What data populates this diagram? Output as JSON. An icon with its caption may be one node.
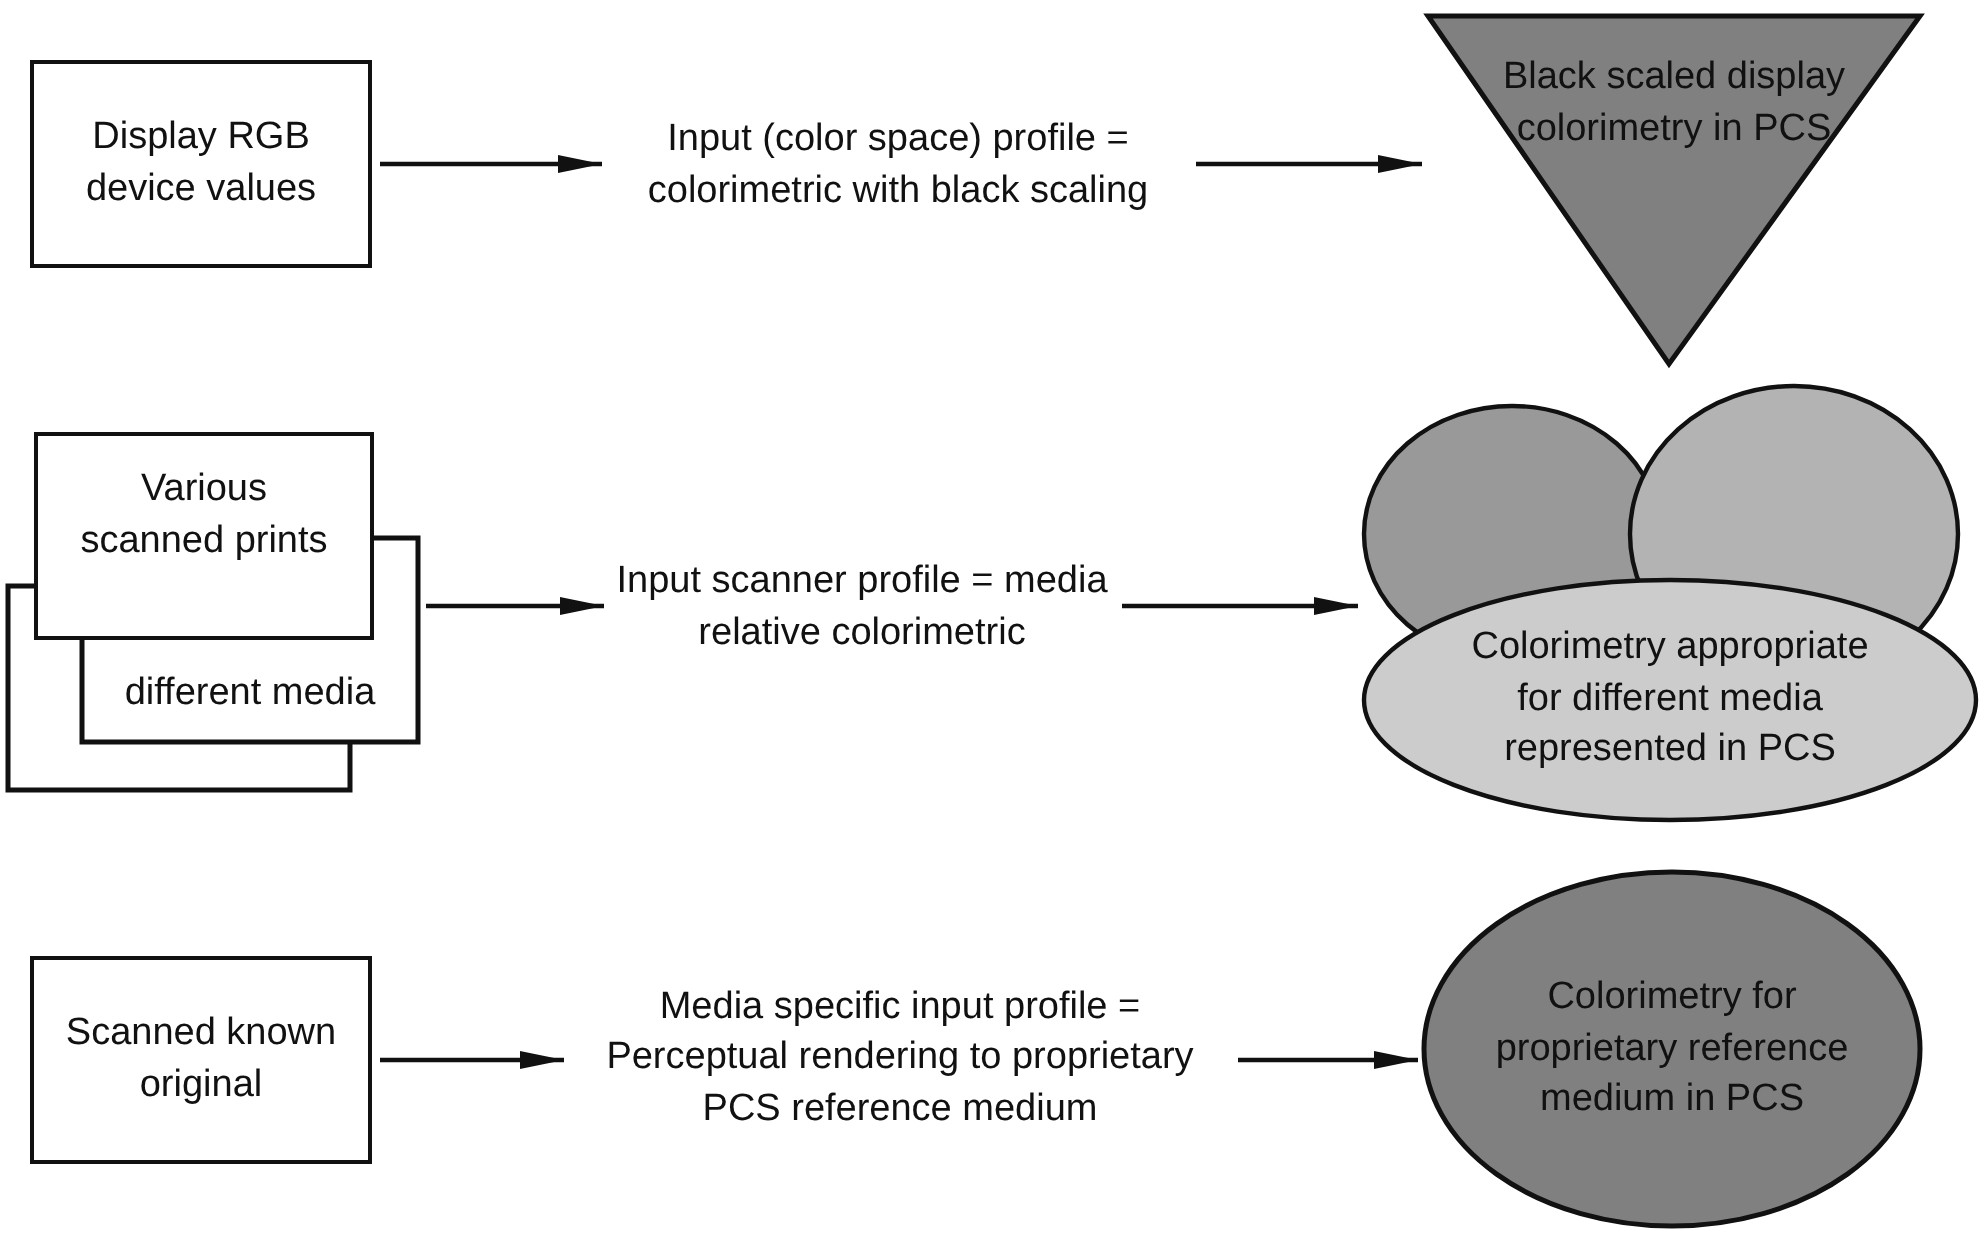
{
  "diagram": {
    "nodes": [
      {
        "text": [
          "Display RGB device values"
        ]
      },
      {
        "text": [
          "Input (color space) profile = colorimetric with black scaling"
        ]
      },
      {
        "text": [
          "Black scaled display colorimetry in PCS"
        ]
      },
      {
        "text": [
          "Various scanned prints"
        ]
      },
      {
        "text": [
          "different media"
        ]
      },
      {
        "text": [],
        "shape": "box"
      },
      {
        "text": [
          "Input scanner profile = media relative colorimetric"
        ]
      },
      {
        "text": [
          "Colorimetry appropriate for different media represented in PCS"
        ]
      },
      {
        "text": [
          "Scanned known original"
        ]
      },
      {
        "text": [
          "Media specific input profile = Perceptual rendering to proprietary PCS reference medium"
        ]
      },
      {
        "text": [
          "Colorimetry for proprietary reference medium in PCS"
        ]
      }
    ],
    "edges": [
      {
        "from": 0,
        "to": 1,
        "arrow": "to"
      },
      {
        "from": 1,
        "to": 2,
        "arrow": "to"
      },
      {
        "from": 4,
        "to": 6,
        "arrow": "to"
      },
      {
        "from": 6,
        "to": 7,
        "arrow": "to"
      },
      {
        "from": 8,
        "to": 9,
        "arrow": "to"
      },
      {
        "from": 9,
        "to": 10,
        "arrow": "to"
      }
    ]
  }
}
